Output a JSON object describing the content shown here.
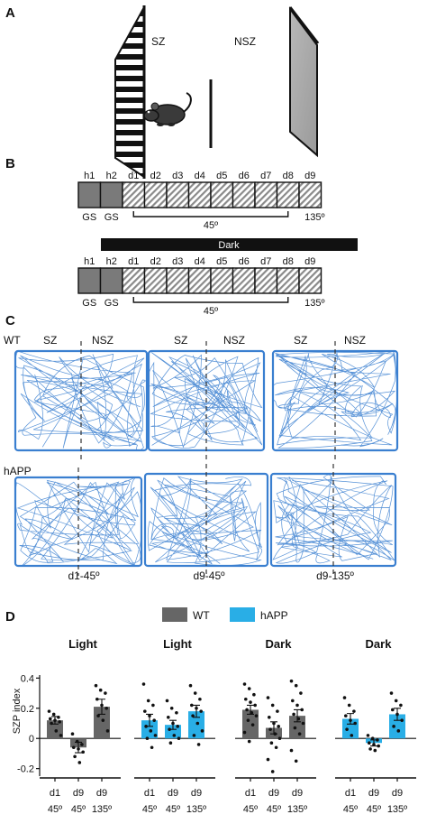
{
  "panels": {
    "a": "A",
    "b": "B",
    "c": "C",
    "d": "D"
  },
  "panel_a": {
    "sz": "SZ",
    "nsz": "NSZ"
  },
  "panel_b": {
    "row1": {
      "labels": [
        "h1",
        "h2",
        "d1",
        "d2",
        "d3",
        "d4",
        "d5",
        "d6",
        "d7",
        "d8",
        "d9"
      ],
      "gs1": "GS",
      "gs2": "GS",
      "angle_mid": "45º",
      "angle_end": "135º"
    },
    "dark_bar": "Dark",
    "row2": {
      "labels": [
        "h1",
        "h2",
        "d1",
        "d2",
        "d3",
        "d4",
        "d5",
        "d6",
        "d7",
        "d8",
        "d9"
      ],
      "gs1": "GS",
      "gs2": "GS",
      "angle_mid": "45º",
      "angle_end": "135º"
    }
  },
  "panel_c": {
    "row_labels": [
      "WT",
      "hAPP"
    ],
    "col_headers": [
      {
        "left": "SZ",
        "right": "NSZ"
      },
      {
        "left": "SZ",
        "right": "NSZ"
      },
      {
        "left": "SZ",
        "right": "NSZ"
      }
    ],
    "col_labels": [
      "d1-45º",
      "d9-45º",
      "d9-135º"
    ],
    "trace_color": "#3a7fd0"
  },
  "panel_d": {
    "legend": [
      {
        "label": "WT",
        "color": "#666666"
      },
      {
        "label": "hAPP",
        "color": "#29aee6"
      }
    ]
  },
  "chart_data": [
    {
      "type": "bar",
      "title": "Light",
      "group": "WT",
      "color": "#666666",
      "ylabel": "SZP index",
      "ylim": [
        -0.25,
        0.42
      ],
      "yticks": [
        -0.2,
        0,
        0.2,
        0.4
      ],
      "categories": [
        [
          "d1",
          "45º"
        ],
        [
          "d9",
          "45º"
        ],
        [
          "d9",
          "135º"
        ]
      ],
      "values": [
        0.12,
        -0.06,
        0.21
      ],
      "errors": [
        0.025,
        0.035,
        0.05
      ],
      "points": [
        [
          0.18,
          0.16,
          0.14,
          0.13,
          0.12,
          0.11,
          0.1,
          0.05,
          0.02
        ],
        [
          0.03,
          -0.02,
          -0.04,
          -0.06,
          -0.07,
          -0.09,
          -0.12,
          -0.16
        ],
        [
          0.35,
          0.32,
          0.3,
          0.26,
          0.22,
          0.2,
          0.15,
          0.12,
          0.05
        ]
      ]
    },
    {
      "type": "bar",
      "title": "Light",
      "group": "hAPP",
      "color": "#29aee6",
      "ylim": [
        -0.25,
        0.42
      ],
      "categories": [
        [
          "d1",
          "45º"
        ],
        [
          "d9",
          "45º"
        ],
        [
          "d9",
          "135º"
        ]
      ],
      "values": [
        0.12,
        0.09,
        0.18
      ],
      "errors": [
        0.04,
        0.03,
        0.04
      ],
      "points": [
        [
          0.36,
          0.25,
          0.22,
          0.18,
          0.15,
          0.12,
          0.08,
          0.05,
          0.02,
          0.0,
          -0.06
        ],
        [
          0.25,
          0.2,
          0.17,
          0.14,
          0.1,
          0.08,
          0.06,
          0.02,
          0.0,
          -0.03
        ],
        [
          0.35,
          0.3,
          0.26,
          0.22,
          0.2,
          0.18,
          0.15,
          0.1,
          0.05,
          0.02,
          -0.04
        ]
      ]
    },
    {
      "type": "bar",
      "title": "Dark",
      "group": "WT",
      "color": "#666666",
      "ylim": [
        -0.25,
        0.42
      ],
      "categories": [
        [
          "d1",
          "45º"
        ],
        [
          "d9",
          "45º"
        ],
        [
          "d9",
          "135º"
        ]
      ],
      "values": [
        0.19,
        0.07,
        0.15
      ],
      "errors": [
        0.03,
        0.04,
        0.04
      ],
      "points": [
        [
          0.36,
          0.33,
          0.29,
          0.26,
          0.24,
          0.22,
          0.19,
          0.17,
          0.15,
          0.12,
          0.09,
          0.04,
          -0.02
        ],
        [
          0.27,
          0.22,
          0.18,
          0.14,
          0.1,
          0.08,
          0.06,
          0.03,
          0.0,
          -0.03,
          -0.06,
          -0.14,
          -0.22
        ],
        [
          0.38,
          0.35,
          0.3,
          0.25,
          0.22,
          0.19,
          0.16,
          0.13,
          0.1,
          0.07,
          0.03,
          -0.08,
          -0.15
        ]
      ]
    },
    {
      "type": "bar",
      "title": "Dark",
      "group": "hAPP",
      "color": "#29aee6",
      "ylim": [
        -0.25,
        0.42
      ],
      "categories": [
        [
          "d1",
          "45º"
        ],
        [
          "d9",
          "45º"
        ],
        [
          "d9",
          "135º"
        ]
      ],
      "values": [
        0.13,
        -0.03,
        0.16
      ],
      "errors": [
        0.035,
        0.02,
        0.04
      ],
      "points": [
        [
          0.27,
          0.22,
          0.18,
          0.15,
          0.12,
          0.1,
          0.06,
          0.02
        ],
        [
          0.02,
          0.0,
          -0.01,
          -0.03,
          -0.04,
          -0.05,
          -0.07,
          -0.08
        ],
        [
          0.3,
          0.25,
          0.22,
          0.19,
          0.16,
          0.12,
          0.08,
          0.05
        ]
      ]
    }
  ]
}
